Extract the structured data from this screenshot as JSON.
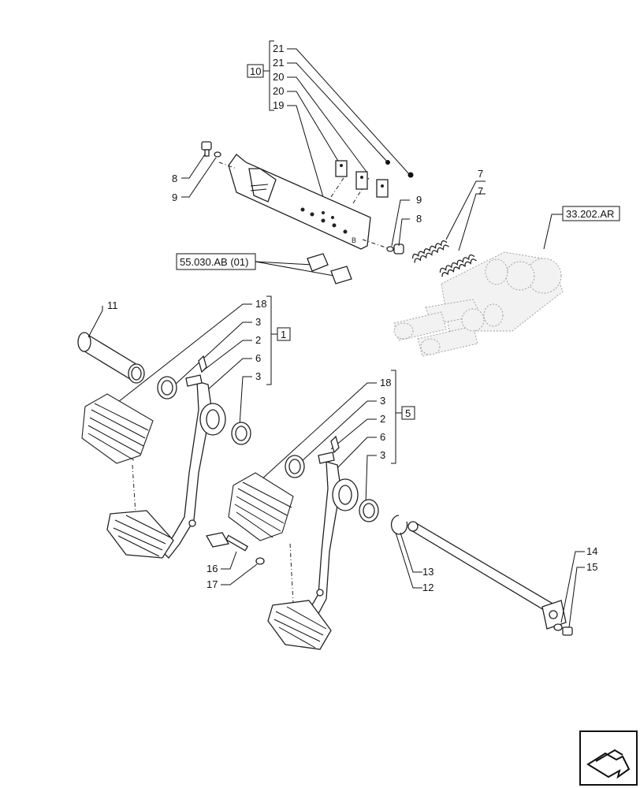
{
  "callouts": {
    "c21a": "21",
    "c21b": "21",
    "c20a": "20",
    "c20b": "20",
    "c19": "19",
    "c10": "10",
    "c8a": "8",
    "c9a": "9",
    "c9b": "9",
    "c8b": "8",
    "c7a": "7",
    "c7b": "7",
    "c11": "11",
    "c18a": "18",
    "c3a": "3",
    "c2a": "2",
    "c6a": "6",
    "c3b": "3",
    "c1": "1",
    "c18b": "18",
    "c3c": "3",
    "c2b": "2",
    "c6b": "6",
    "c3d": "3",
    "c5": "5",
    "c16": "16",
    "c17": "17",
    "c13": "13",
    "c12": "12",
    "c14": "14",
    "c15": "15"
  },
  "references": {
    "hydraulic_valve_ref": "33.202.AR",
    "switch_ref": "55.030.AB (01)"
  },
  "icons": {
    "navigation": "next-page-arrow-icon"
  }
}
